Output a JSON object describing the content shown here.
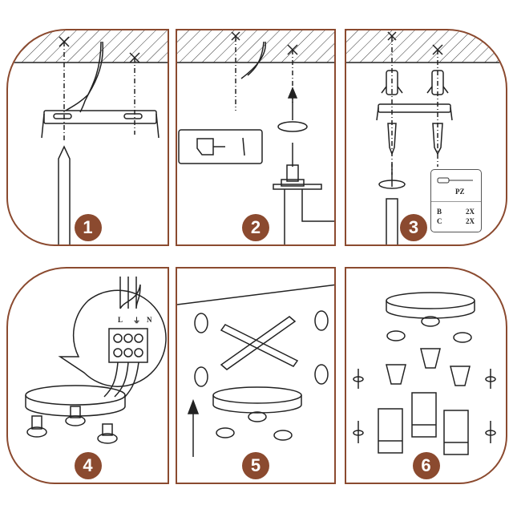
{
  "steps": [
    {
      "number": "1"
    },
    {
      "number": "2"
    },
    {
      "number": "3",
      "toolbox": {
        "bit": "PZ",
        "rows": [
          {
            "key": "B",
            "qty": "2X"
          },
          {
            "key": "C",
            "qty": "2X"
          }
        ]
      }
    },
    {
      "number": "4",
      "terminals": {
        "live": "L",
        "neutral": "N"
      }
    },
    {
      "number": "5"
    },
    {
      "number": "6"
    }
  ],
  "colors": {
    "accent": "#8b4a2f",
    "line": "#222222"
  }
}
